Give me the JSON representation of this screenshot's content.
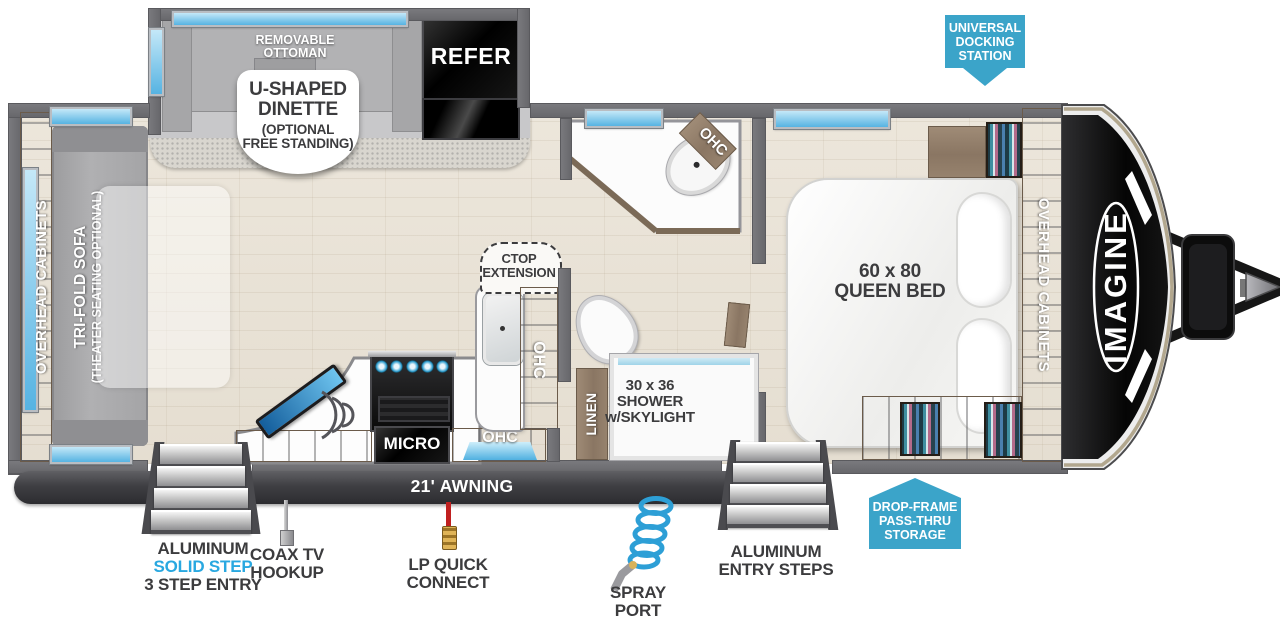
{
  "colors": {
    "badge_blue": "#3ba4c9",
    "accent_blue": "#29a8e0",
    "wall_gray": "#6f6f73",
    "label_dark": "#3c3c3e",
    "window_blue": "#56b3e2"
  },
  "badges": {
    "universal_docking": {
      "line1": "UNIVERSAL",
      "line2": "DOCKING",
      "line3": "STATION"
    },
    "drop_frame": {
      "line1": "DROP-FRAME",
      "line2": "PASS-THRU",
      "line3": "STORAGE"
    }
  },
  "floorplan": {
    "dinette": {
      "ottoman_line1": "REMOVABLE",
      "ottoman_line2": "OTTOMAN",
      "bubble_line1": "U-SHAPED",
      "bubble_line2": "DINETTE",
      "bubble_line3": "(OPTIONAL",
      "bubble_line4": "FREE STANDING)"
    },
    "refer": "REFER",
    "kitchen": {
      "micro": "MICRO",
      "ohc_upper": "OHC",
      "ohc_window": "OHC",
      "ctop_line1": "CTOP",
      "ctop_line2": "EXTENSION"
    },
    "bath": {
      "ohc": "OHC",
      "linen": "LINEN",
      "shower_line1": "30 x 36",
      "shower_line2": "SHOWER",
      "shower_line3": "w/SKYLIGHT"
    },
    "bedroom": {
      "bed_line1": "60 x 80",
      "bed_line2": "QUEEN BED",
      "overhead": "OVERHEAD CABINETS"
    },
    "living": {
      "overhead": "OVERHEAD CABINETS",
      "sofa_line1": "TRI-FOLD SOFA",
      "sofa_line2": "(THEATER SEATING OPTIONAL)"
    },
    "awning": "21' AWNING",
    "brand": "IMAGINE"
  },
  "callouts": {
    "solid_step": {
      "line1": "ALUMINUM",
      "line2": "SOLID STEP",
      "line3": "3 STEP ENTRY"
    },
    "coax": {
      "line1": "COAX TV",
      "line2": "HOOKUP"
    },
    "lp": {
      "line1": "LP QUICK",
      "line2": "CONNECT"
    },
    "spray": {
      "line1": "SPRAY",
      "line2": "PORT"
    },
    "entry_steps": {
      "line1": "ALUMINUM",
      "line2": "ENTRY STEPS"
    }
  }
}
